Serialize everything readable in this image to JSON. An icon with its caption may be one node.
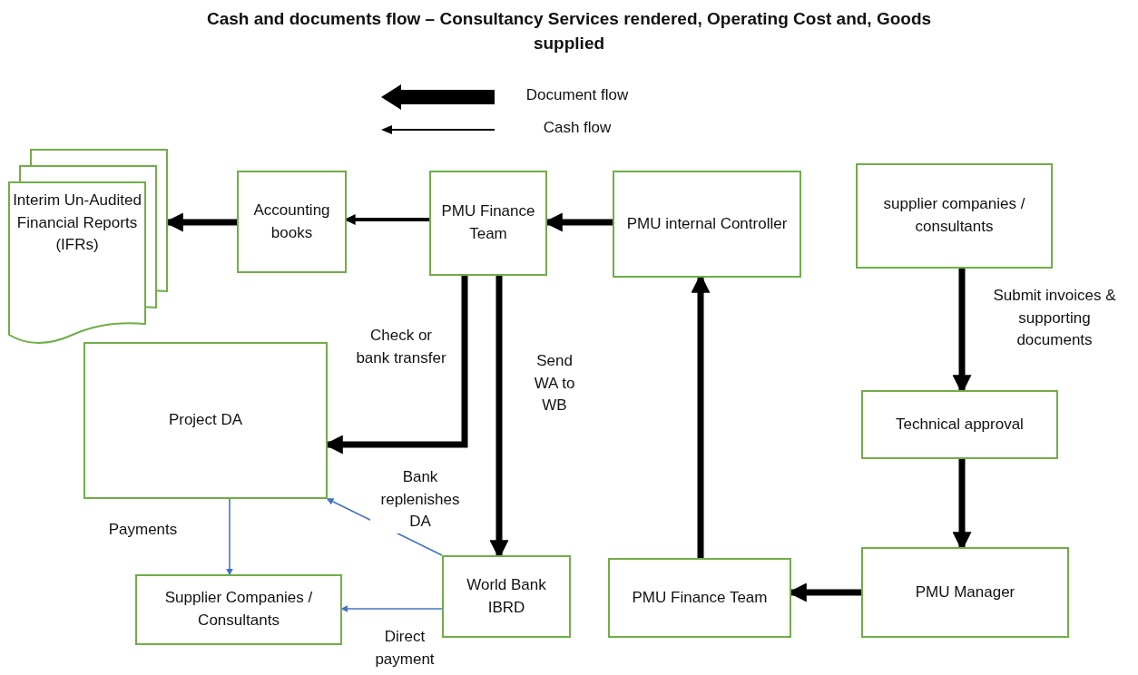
{
  "diagram": {
    "title": "Cash and documents flow – Consultancy Services rendered, Operating Cost and, Goods supplied",
    "nodes": [
      {
        "text": [
          "Interim Un-Audited Financial Reports (IFRs)"
        ]
      },
      {
        "text": [
          "Accounting books"
        ]
      },
      {
        "text": [
          "PMU Finance Team"
        ]
      },
      {
        "text": [
          "PMU internal Controller"
        ]
      },
      {
        "text": [
          "supplier companies / consultants"
        ]
      },
      {
        "text": [
          "Project DA"
        ]
      },
      {
        "text": [
          "Technical approval"
        ]
      },
      {
        "text": [
          "Supplier Companies / Consultants"
        ]
      },
      {
        "text": [
          "World Bank IBRD"
        ]
      },
      {
        "text": [
          "PMU Finance Team"
        ]
      },
      {
        "text": [
          "PMU Manager"
        ]
      }
    ],
    "edges": [
      {
        "from": 3,
        "to": 2,
        "arrow": "to"
      },
      {
        "from": 2,
        "to": 1,
        "arrow": "to"
      },
      {
        "from": 1,
        "to": 0,
        "arrow": "to"
      },
      {
        "from": 2,
        "to": 5,
        "arrow": "to",
        "label": "Check or bank transfer"
      },
      {
        "from": 2,
        "to": 8,
        "arrow": "to",
        "label": "Send WA to WB"
      },
      {
        "from": 9,
        "to": 3,
        "arrow": "to"
      },
      {
        "from": 4,
        "to": 6,
        "arrow": "to",
        "label": "Submit invoices & supporting documents"
      },
      {
        "from": 6,
        "to": 10,
        "arrow": "to"
      },
      {
        "from": 10,
        "to": 9,
        "arrow": "to"
      },
      {
        "from": 8,
        "to": 5,
        "arrow": "to",
        "color": "#4472c4",
        "label": "Bank replenishes DA"
      },
      {
        "from": 5,
        "to": 7,
        "arrow": "to",
        "color": "#4472c4",
        "label": "Payments"
      },
      {
        "from": 8,
        "to": 7,
        "arrow": "to",
        "color": "#4472c4",
        "label": "Direct payment"
      }
    ],
    "legend": [
      {
        "text": "Document flow"
      },
      {
        "text": "Cash flow"
      }
    ]
  }
}
